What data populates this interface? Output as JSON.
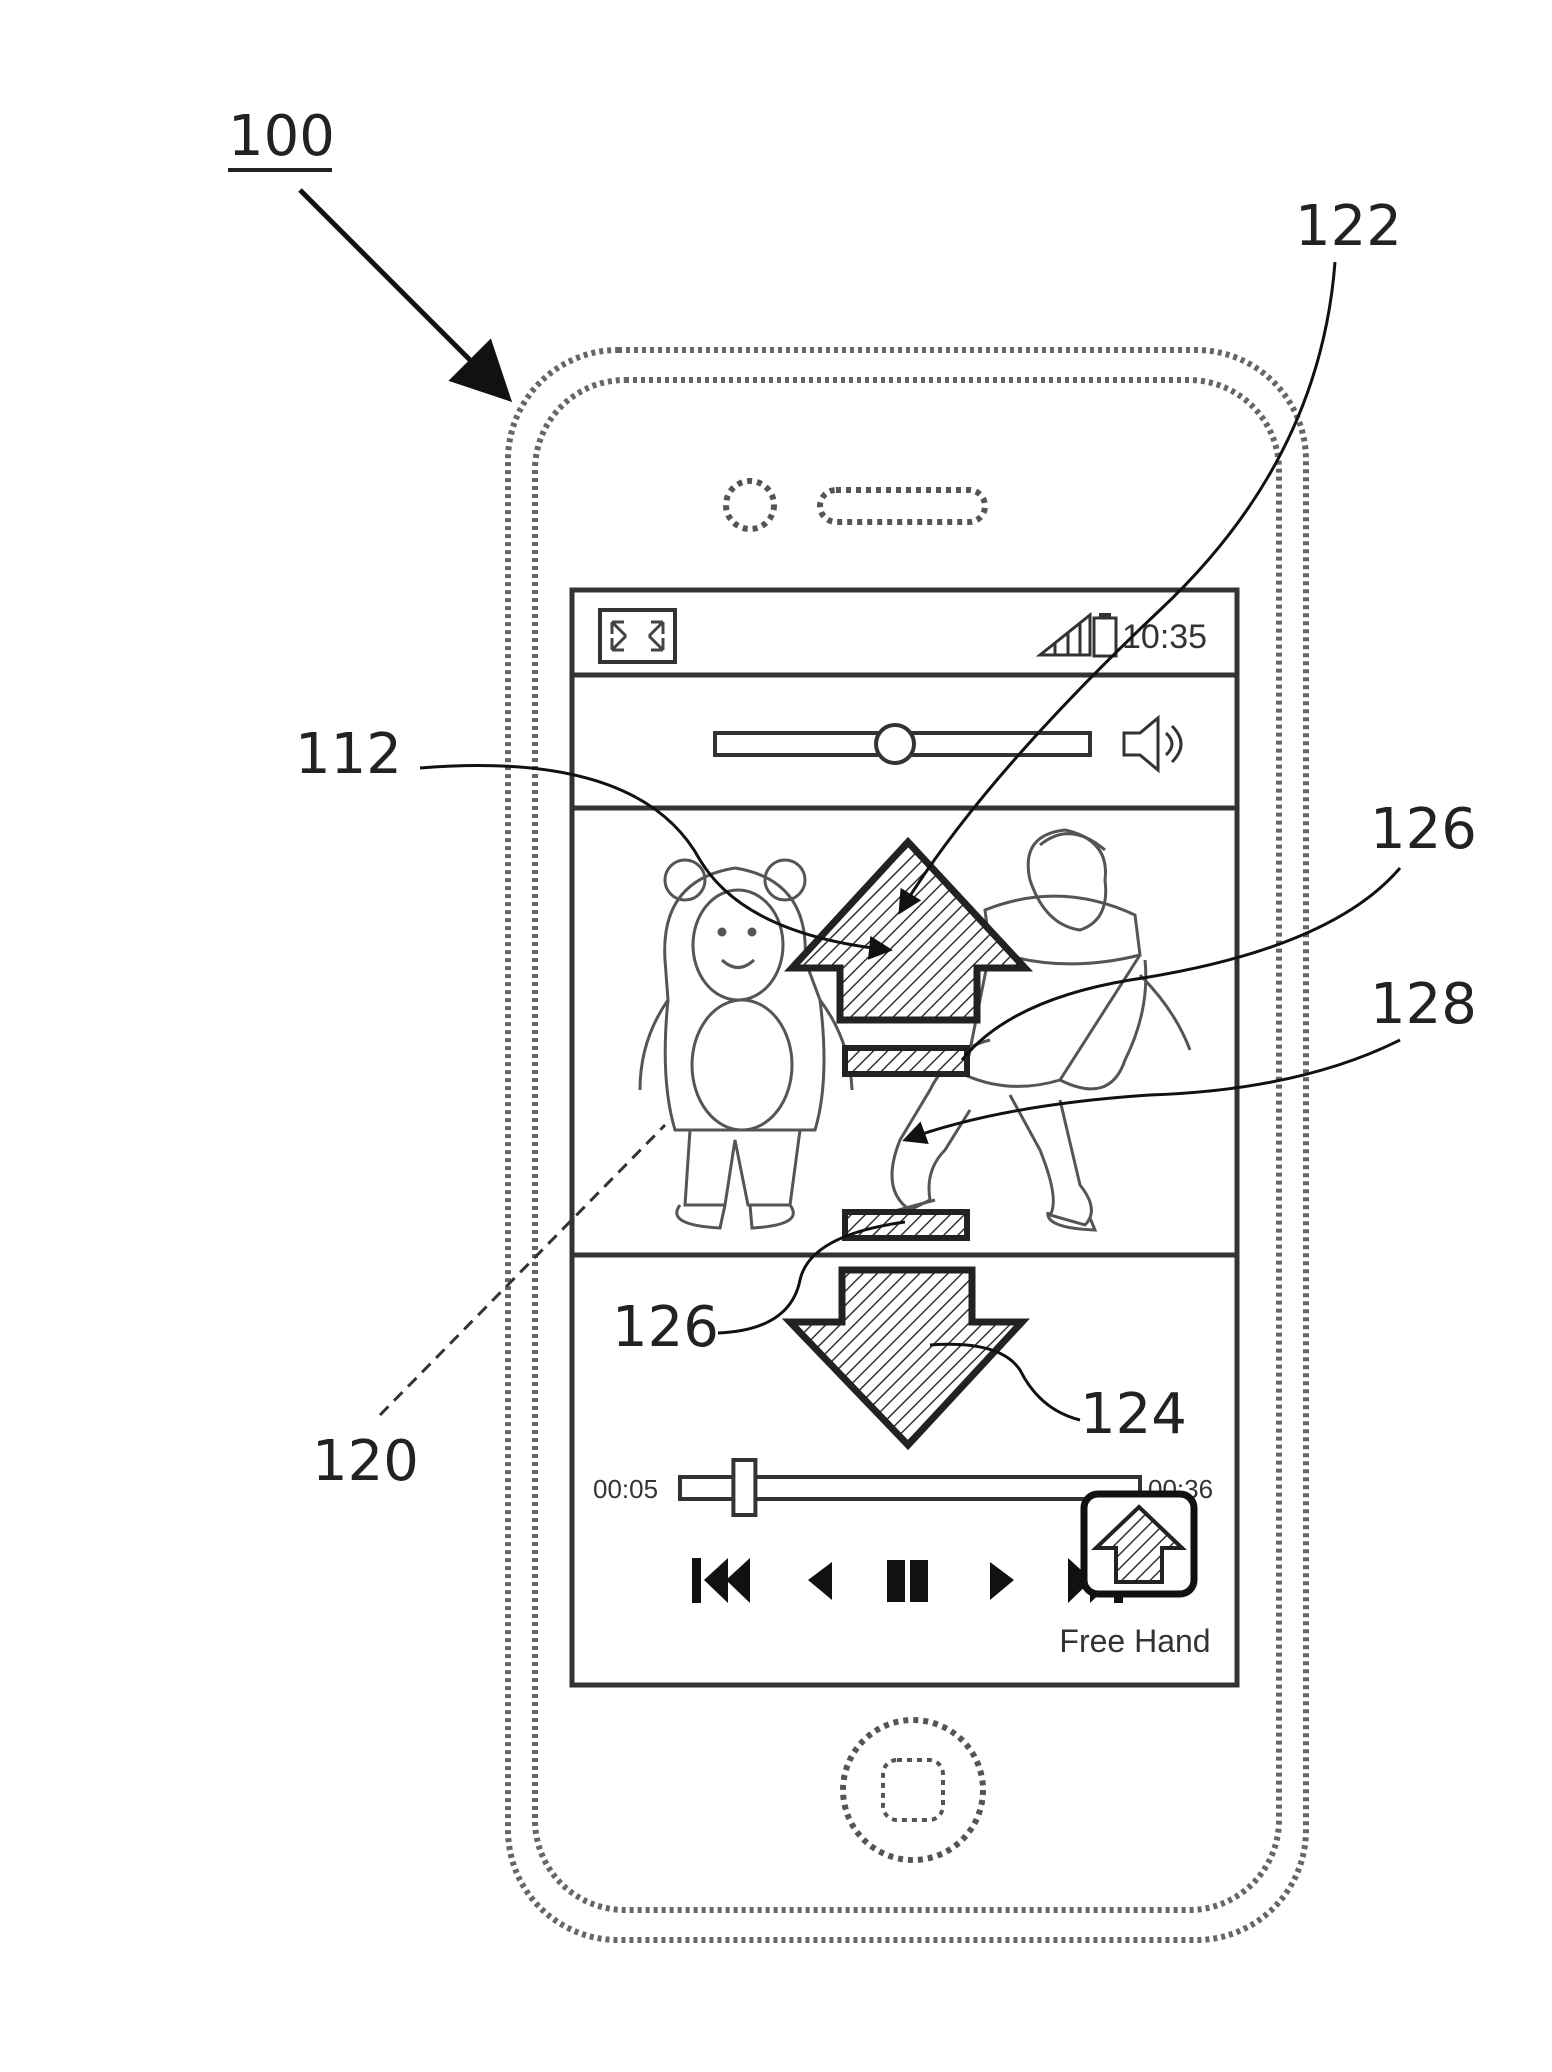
{
  "figure": {
    "device_ref": "100",
    "refs": {
      "r112": "112",
      "r122": "122",
      "r126_upper": "126",
      "r126_lower": "126",
      "r128": "128",
      "r124": "124",
      "r120": "120"
    }
  },
  "screen": {
    "status_bar": {
      "time": "10:35"
    },
    "volume": {
      "level": 0.48
    },
    "playback": {
      "elapsed": "00:05",
      "total": "00:36",
      "progress": 0.14
    },
    "free_hand_label": "Free Hand"
  },
  "icons": {
    "fullscreen": "fullscreen-icon",
    "signal": "signal-icon",
    "battery": "battery-icon",
    "speaker": "speaker-icon",
    "skip_back": "skip-back-icon",
    "step_back": "step-back-icon",
    "pause": "pause-icon",
    "step_forward": "step-forward-icon",
    "skip_forward": "skip-forward-icon",
    "free_hand": "free-hand-arrow-icon"
  }
}
